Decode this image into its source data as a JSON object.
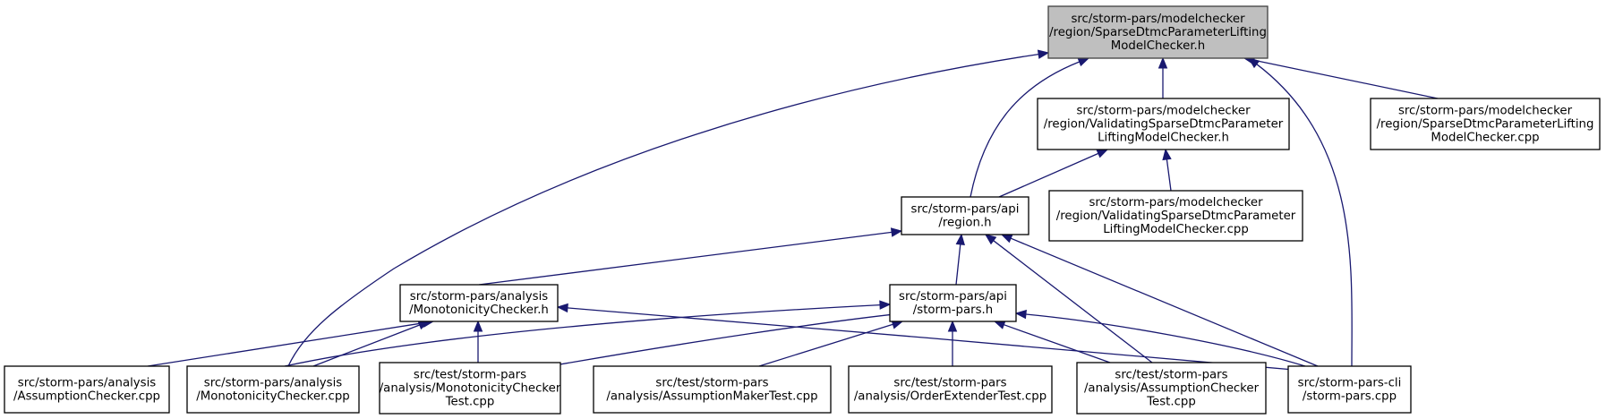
{
  "diagram": {
    "nodes": [
      {
        "id": "root",
        "lines": [
          "src/storm-pars/modelchecker",
          "/region/SparseDtmcParameterLifting",
          "ModelChecker.h"
        ],
        "highlighted": true
      },
      {
        "id": "validating_h",
        "lines": [
          "src/storm-pars/modelchecker",
          "/region/ValidatingSparseDtmcParameter",
          "LiftingModelChecker.h"
        ]
      },
      {
        "id": "lifting_cpp",
        "lines": [
          "src/storm-pars/modelchecker",
          "/region/SparseDtmcParameterLifting",
          "ModelChecker.cpp"
        ]
      },
      {
        "id": "region_h",
        "lines": [
          "src/storm-pars/api",
          "/region.h"
        ]
      },
      {
        "id": "validating_cpp",
        "lines": [
          "src/storm-pars/modelchecker",
          "/region/ValidatingSparseDtmcParameter",
          "LiftingModelChecker.cpp"
        ]
      },
      {
        "id": "monotonicity_h",
        "lines": [
          "src/storm-pars/analysis",
          "/MonotonicityChecker.h"
        ]
      },
      {
        "id": "storm_pars_h",
        "lines": [
          "src/storm-pars/api",
          "/storm-pars.h"
        ]
      },
      {
        "id": "assumption_cpp",
        "lines": [
          "src/storm-pars/analysis",
          "/AssumptionChecker.cpp"
        ]
      },
      {
        "id": "monotonicity_cpp",
        "lines": [
          "src/storm-pars/analysis",
          "/MonotonicityChecker.cpp"
        ]
      },
      {
        "id": "mono_test",
        "lines": [
          "src/test/storm-pars",
          "/analysis/MonotonicityChecker",
          "Test.cpp"
        ]
      },
      {
        "id": "maker_test",
        "lines": [
          "src/test/storm-pars",
          "/analysis/AssumptionMakerTest.cpp"
        ]
      },
      {
        "id": "order_test",
        "lines": [
          "src/test/storm-pars",
          "/analysis/OrderExtenderTest.cpp"
        ]
      },
      {
        "id": "assump_test",
        "lines": [
          "src/test/storm-pars",
          "/analysis/AssumptionChecker",
          "Test.cpp"
        ]
      },
      {
        "id": "cli_cpp",
        "lines": [
          "src/storm-pars-cli",
          "/storm-pars.cpp"
        ]
      }
    ],
    "edges": [
      {
        "from": "validating_h",
        "to": "root"
      },
      {
        "from": "lifting_cpp",
        "to": "root"
      },
      {
        "from": "region_h",
        "to": "root"
      },
      {
        "from": "monotonicity_cpp",
        "to": "root"
      },
      {
        "from": "cli_cpp",
        "to": "root"
      },
      {
        "from": "region_h",
        "to": "validating_h"
      },
      {
        "from": "validating_cpp",
        "to": "validating_h"
      },
      {
        "from": "monotonicity_h",
        "to": "region_h"
      },
      {
        "from": "storm_pars_h",
        "to": "region_h"
      },
      {
        "from": "assump_test",
        "to": "region_h"
      },
      {
        "from": "cli_cpp",
        "to": "region_h"
      },
      {
        "from": "assumption_cpp",
        "to": "monotonicity_h"
      },
      {
        "from": "monotonicity_cpp",
        "to": "monotonicity_h"
      },
      {
        "from": "mono_test",
        "to": "monotonicity_h"
      },
      {
        "from": "cli_cpp",
        "to": "monotonicity_h"
      },
      {
        "from": "monotonicity_cpp",
        "to": "storm_pars_h"
      },
      {
        "from": "mono_test",
        "to": "storm_pars_h"
      },
      {
        "from": "maker_test",
        "to": "storm_pars_h"
      },
      {
        "from": "order_test",
        "to": "storm_pars_h"
      },
      {
        "from": "assump_test",
        "to": "storm_pars_h"
      },
      {
        "from": "cli_cpp",
        "to": "storm_pars_h"
      }
    ],
    "colors": {
      "edge": "#191970",
      "highlight_fill": "#bfbfbf",
      "node_border": "#000000"
    }
  }
}
